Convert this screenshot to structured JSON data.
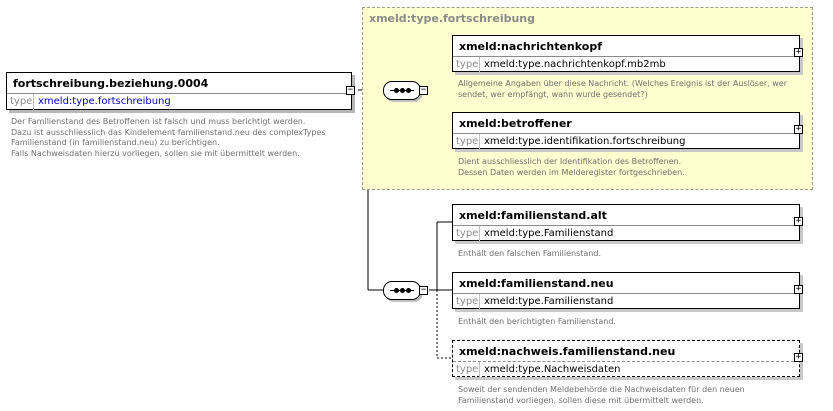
{
  "root": {
    "name": "fortschreibung.beziehung.0004",
    "type_label": "type",
    "type": "xmeld:type.fortschreibung",
    "doc": [
      "Der Familienstand des Betroffenen ist falsch und muss berichtigt werden.",
      "Dazu ist ausschliesslich das Kindelement familienstand.neu des complexTypes",
      "Familienstand (in familienstand.neu) zu berichtigen.",
      "Falls Nachweisdaten hierzu vorliegen, sollen sie mit übermittelt werden."
    ]
  },
  "group": {
    "title": "xmeld:type.fortschreibung"
  },
  "elements": [
    {
      "name": "xmeld:nachrichtenkopf",
      "type_label": "type",
      "type": "xmeld:type.nachrichtenkopf.mb2mb",
      "doc": [
        "Allgemeine Angaben über diese Nachricht. (Welches Ereignis ist der Auslöser, wer",
        "sendet, wer empfängt, wann wurde gesendet?)"
      ]
    },
    {
      "name": "xmeld:betroffener",
      "type_label": "type",
      "type": "xmeld:type.identifikation.fortschreibung",
      "doc": [
        "Dient ausschliesslich der Identifikation des Betroffenen.",
        "Dessen Daten werden im Melderegister fortgeschrieben."
      ]
    },
    {
      "name": "xmeld:familienstand.alt",
      "type_label": "type",
      "type": "xmeld:type.Familienstand",
      "doc": [
        "Enthält den falschen Familienstand."
      ]
    },
    {
      "name": "xmeld:familienstand.neu",
      "type_label": "type",
      "type": "xmeld:type.Familienstand",
      "doc": [
        "Enthält den berichtigten Familienstand."
      ]
    },
    {
      "name": "xmeld:nachweis.familienstand.neu",
      "type_label": "type",
      "type": "xmeld:type.Nachweisdaten",
      "doc": [
        "Soweit der sendenden Meldebehörde die Nachweisdaten für den neuen",
        "Familienstand vorliegen, sollen diese mit übermittelt werden."
      ]
    }
  ],
  "expand_symbol": "+",
  "collapse_symbol": "−"
}
